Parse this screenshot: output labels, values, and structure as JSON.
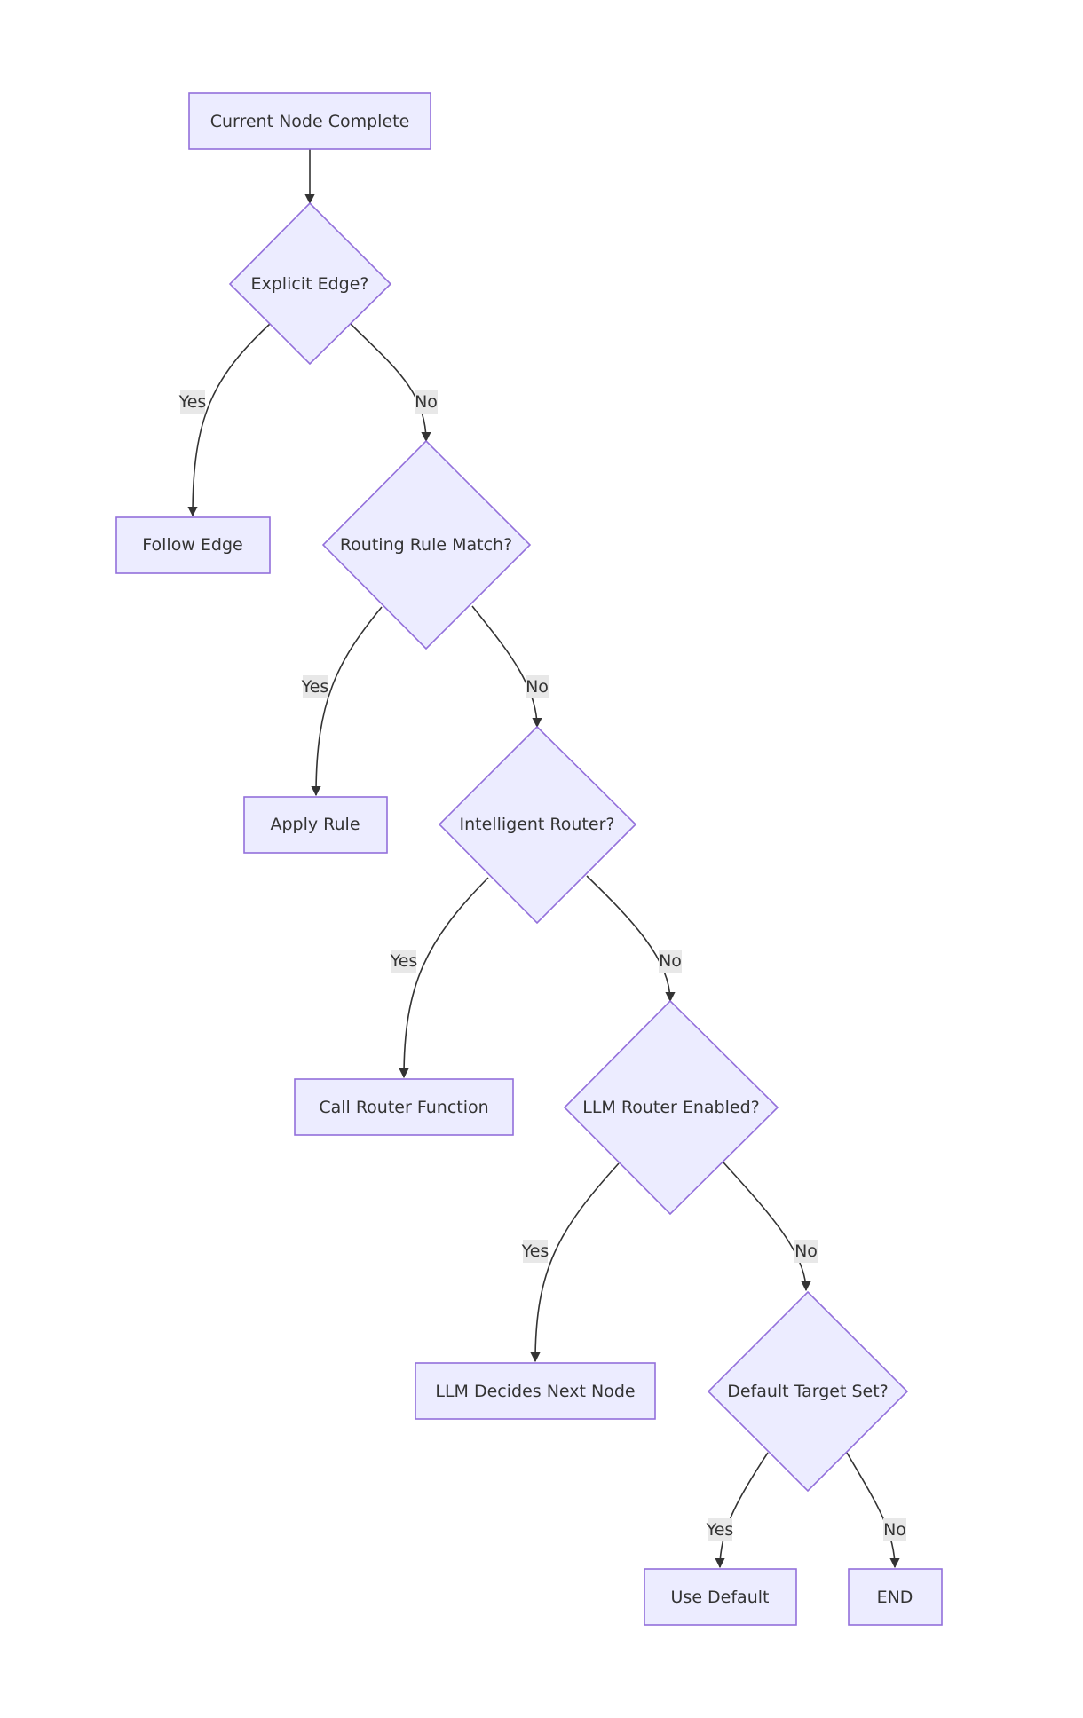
{
  "diagram": {
    "nodes": {
      "start": "Current Node Complete",
      "explicit_edge": "Explicit Edge?",
      "follow_edge": "Follow Edge",
      "routing_rule": "Routing Rule Match?",
      "apply_rule": "Apply Rule",
      "intelligent_router": "Intelligent Router?",
      "call_router": "Call Router Function",
      "llm_enabled": "LLM Router Enabled?",
      "llm_decides": "LLM Decides Next Node",
      "default_target": "Default Target Set?",
      "use_default": "Use Default",
      "end": "END"
    },
    "edges": [
      {
        "from": "start",
        "to": "explicit_edge",
        "label": ""
      },
      {
        "from": "explicit_edge",
        "to": "follow_edge",
        "label": "Yes"
      },
      {
        "from": "explicit_edge",
        "to": "routing_rule",
        "label": "No"
      },
      {
        "from": "routing_rule",
        "to": "apply_rule",
        "label": "Yes"
      },
      {
        "from": "routing_rule",
        "to": "intelligent_router",
        "label": "No"
      },
      {
        "from": "intelligent_router",
        "to": "call_router",
        "label": "Yes"
      },
      {
        "from": "intelligent_router",
        "to": "llm_enabled",
        "label": "No"
      },
      {
        "from": "llm_enabled",
        "to": "llm_decides",
        "label": "Yes"
      },
      {
        "from": "llm_enabled",
        "to": "default_target",
        "label": "No"
      },
      {
        "from": "default_target",
        "to": "use_default",
        "label": "Yes"
      },
      {
        "from": "default_target",
        "to": "end",
        "label": "No"
      }
    ],
    "colors": {
      "node_fill": "#ECECFF",
      "node_stroke": "#9370DB",
      "edge": "#333333",
      "label_bg": "#E8E8E8",
      "text": "#333333"
    }
  }
}
